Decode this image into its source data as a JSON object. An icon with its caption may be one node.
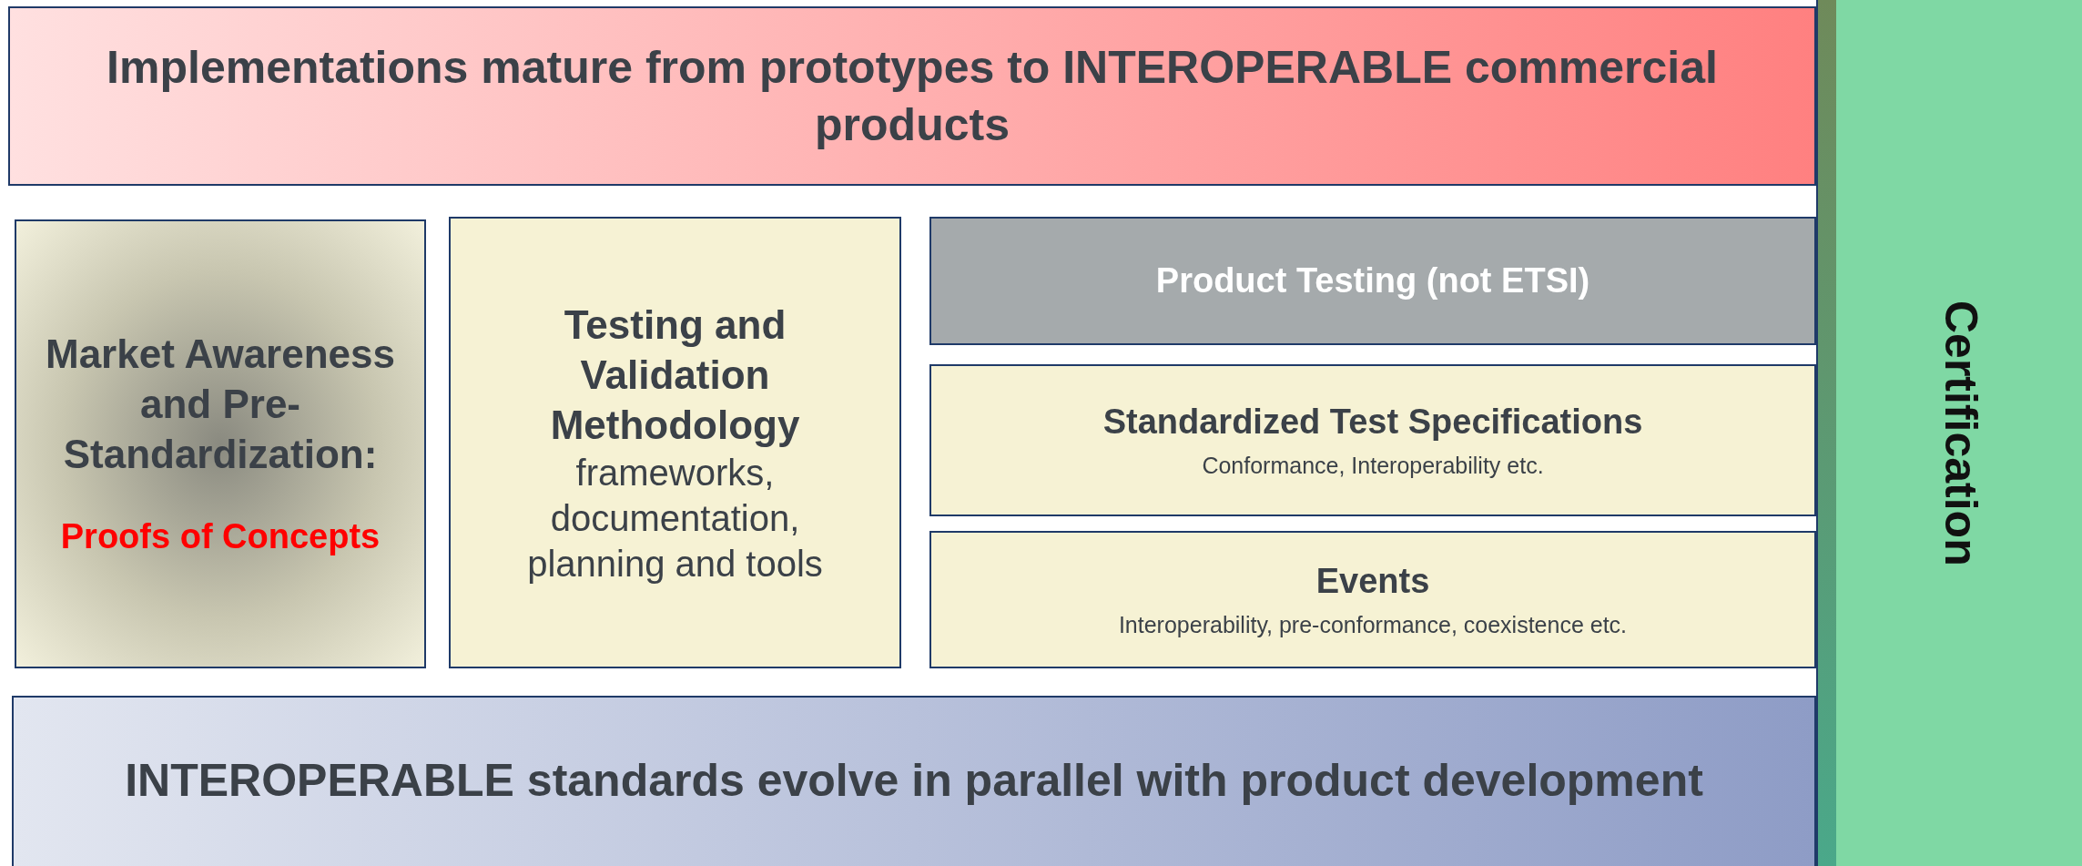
{
  "diagram": {
    "nodes": [
      {
        "text": [
          "Implementations mature from prototypes to INTEROPERABLE commercial products"
        ]
      },
      {
        "text": [
          "Market Awareness and Pre-Standardization:",
          "Proofs of Concepts"
        ]
      },
      {
        "text": [
          "Testing and Validation Methodology",
          "frameworks, documentation, planning and tools"
        ]
      },
      {
        "text": [
          "Product Testing (not ETSI)"
        ]
      },
      {
        "text": [
          "Standardized Test Specifications",
          "Conformance, Interoperability etc."
        ]
      },
      {
        "text": [
          "Events",
          "Interoperability, pre-conformance, coexistence etc."
        ]
      },
      {
        "text": [
          "INTEROPERABLE standards evolve in parallel with product development"
        ]
      },
      {
        "text": [
          "Certification"
        ]
      }
    ]
  }
}
